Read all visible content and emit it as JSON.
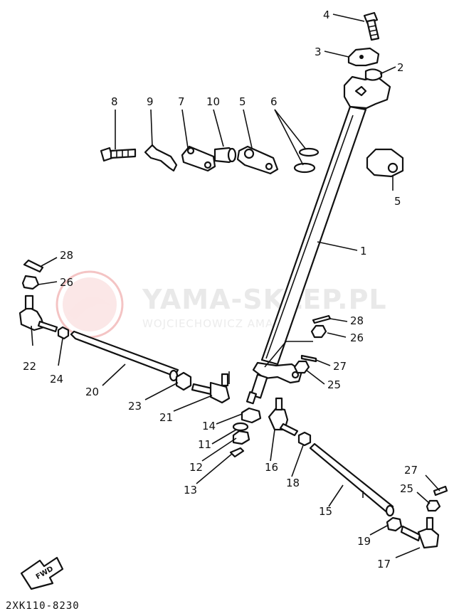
{
  "watermark": {
    "title": "YAMA-SKLEP.PL",
    "subtitle": "WOJCIECHOWICZ                  AMAHA"
  },
  "diagram_code": "2XK110-8230",
  "fwd_label": "FWD",
  "callouts": [
    "1",
    "2",
    "3",
    "4",
    "5",
    "5",
    "6",
    "7",
    "8",
    "9",
    "10",
    "11",
    "12",
    "13",
    "14",
    "15",
    "16",
    "17",
    "18",
    "19",
    "20",
    "21",
    "22",
    "23",
    "24",
    "25",
    "25",
    "26",
    "26",
    "27",
    "27",
    "28",
    "28"
  ],
  "colors": {
    "ink": "#111111",
    "watermark_logo": "#f2b6b6",
    "watermark_text": "#e9e9e9"
  }
}
